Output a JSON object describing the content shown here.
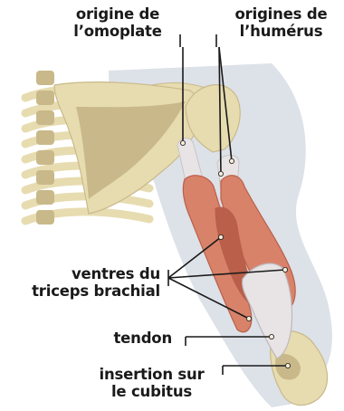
{
  "labels": {
    "scapula_origin": [
      "origine de",
      "l’omoplate"
    ],
    "humerus_origins": [
      "origines de",
      "l’humérus"
    ],
    "muscle_bellies": [
      "ventres du",
      "triceps brachial"
    ],
    "tendon": "tendon",
    "ulna_insertion": [
      "insertion sur",
      "le cubitus"
    ]
  },
  "colors": {
    "bone": "#e7dcb0",
    "bone_shadow": "#c9b98a",
    "muscle": "#d9826a",
    "muscle_dark": "#b95f4a",
    "tendon": "#e8e4e6",
    "arm_shadow": "#dde1e8",
    "leader_line": "#1a1a1a",
    "marker_dot": "#f4ecd8"
  }
}
